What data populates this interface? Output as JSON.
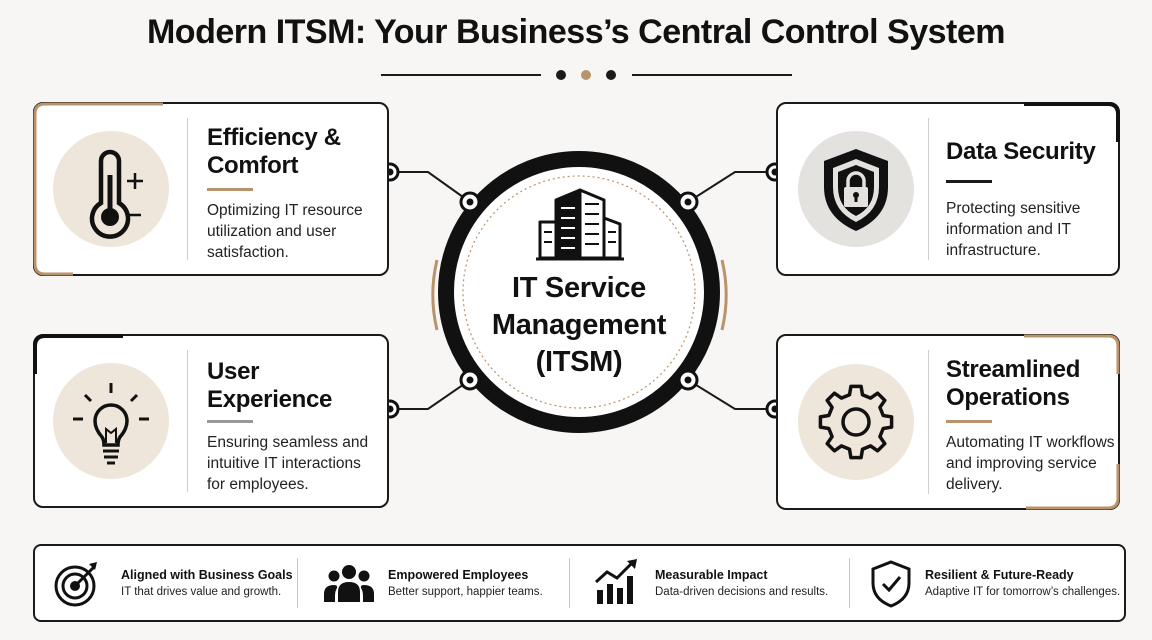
{
  "header": {
    "title": "Modern ITSM: Your Business’s Central Control System"
  },
  "hub": {
    "label": "IT Service\nManagement\n(ITSM)",
    "icon": "building-icon"
  },
  "cards": [
    {
      "id": "efficiency",
      "title": "Efficiency &\nComfort",
      "description": "Optimizing IT resource\nutilization and user\nsatisfaction.",
      "icon": "thermometer-icon"
    },
    {
      "id": "security",
      "title": "Data Security",
      "description": "Protecting sensitive\ninformation and IT\ninfrastructure.",
      "icon": "shield-lock-icon"
    },
    {
      "id": "experience",
      "title": "User\nExperience",
      "description": "Ensuring seamless and\nintuitive IT interactions\nfor employees.",
      "icon": "lightbulb-icon"
    },
    {
      "id": "operations",
      "title": "Streamlined\nOperations",
      "description": "Automating IT workflows\nand improving service\ndelivery.",
      "icon": "gear-icon"
    }
  ],
  "benefits": [
    {
      "title": "Aligned with Business Goals",
      "description": "IT that drives value and growth.",
      "icon": "target-icon"
    },
    {
      "title": "Empowered Employees",
      "description": "Better support, happier teams.",
      "icon": "team-icon"
    },
    {
      "title": "Measurable Impact",
      "description": "Data-driven decisions and results.",
      "icon": "growth-chart-icon"
    },
    {
      "title": "Resilient & Future-Ready",
      "description": "Adaptive IT for tomorrow’s challenges.",
      "icon": "shield-check-icon"
    }
  ],
  "colors": {
    "accent": "#b8936b",
    "ink": "#1a1a1a",
    "icon_bg_warm": "#eee6da",
    "icon_bg_gray": "#e4e2df",
    "page_bg": "#f7f6f4"
  }
}
